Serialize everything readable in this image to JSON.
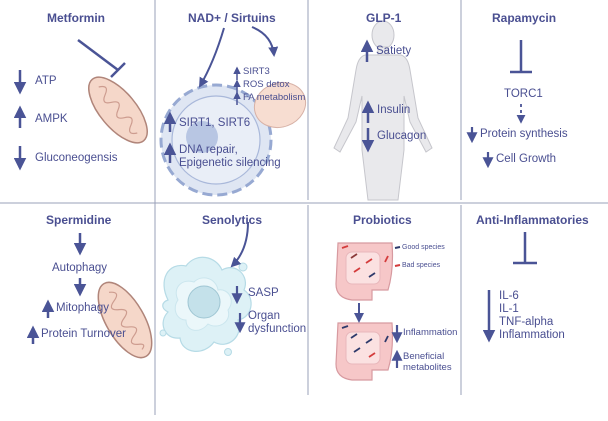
{
  "colors": {
    "text": "#4a4f91",
    "arrow": "#4a5496",
    "divider": "#9aa0b8",
    "mito_fill": "#f5d7c9",
    "mito_stroke": "#b0857a",
    "cell_fill": "#dfe6f3",
    "cell_stroke": "#97a9d2",
    "senescent_fill": "#ddf1f6",
    "body_fill": "#e9e9ec",
    "gut_fill": "#f6c7c8",
    "gut_stroke": "#d79aa0"
  },
  "panels": {
    "metformin": {
      "title": "Metformin",
      "atp": "ATP",
      "ampk": "AMPK",
      "gluconeogenesis": "Gluconeogensis"
    },
    "nad": {
      "title": "NAD+ / Sirtuins",
      "sirt3": "SIRT3",
      "ros": "ROS detox",
      "fa": "FA metabolism",
      "sirt1": "SIRT1, SIRT6",
      "dna1": "DNA repair,",
      "dna2": "Epigenetic silencing"
    },
    "glp1": {
      "title": "GLP-1",
      "satiety": "Satiety",
      "insulin": "Insulin",
      "glucagon": "Glucagon"
    },
    "rapamycin": {
      "title": "Rapamycin",
      "torc1": "TORC1",
      "protein": "Protein synthesis",
      "growth": "Cell Growth"
    },
    "spermidine": {
      "title": "Spermidine",
      "autophagy": "Autophagy",
      "mitophagy": "Mitophagy",
      "turnover": "Protein Turnover"
    },
    "senolytics": {
      "title": "Senolytics",
      "sasp": "SASP",
      "organ1": "Organ",
      "organ2": "dysfunction"
    },
    "probiotics": {
      "title": "Probiotics",
      "good": "Good species",
      "bad": "Bad species",
      "inflammation": "Inflammation",
      "benef1": "Beneficial",
      "benef2": "metabolites"
    },
    "antiinflam": {
      "title": "Anti-Inflammatories",
      "il6": "IL-6",
      "il1": "IL-1",
      "tnf": "TNF-alpha",
      "inflammation": "Inflammation"
    }
  }
}
